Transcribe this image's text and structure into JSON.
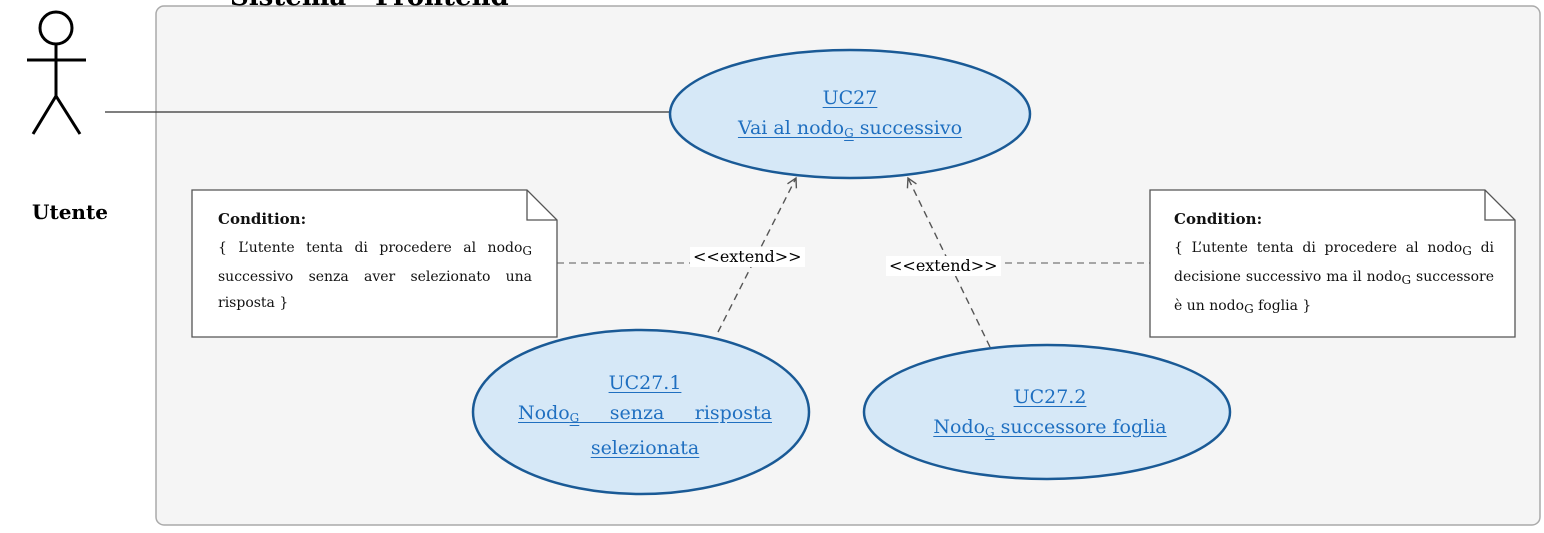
{
  "system": {
    "title": "Sistema - Frontend"
  },
  "actor": {
    "name": "Utente"
  },
  "use_cases": {
    "main": {
      "id": "UC27",
      "name_before": "Vai al nodo",
      "subscript": "G",
      "name_after": " successivo"
    },
    "ext1": {
      "id": "UC27.1",
      "name_before": "Nodo",
      "subscript": "G",
      "name_after": " senza risposta selezionata"
    },
    "ext2": {
      "id": "UC27.2",
      "name_before": "Nodo",
      "subscript": "G",
      "name_after": " successore foglia"
    }
  },
  "relations": {
    "extend_label_left": "<<extend>>",
    "extend_label_right": "<<extend>>"
  },
  "notes": {
    "left": {
      "heading": "Condition:",
      "b1": "{ L’utente tenta di procedere al nodo",
      "b1sub": "G",
      "b2": " successivo senza aver selezionato una risposta }"
    },
    "right": {
      "heading": "Condition:",
      "b1": "{ L’utente tenta di procedere al nodo",
      "b1sub": "G",
      "b2": " di decisione successivo ma il nodo",
      "b2sub": "G",
      "b3": " successore è un nodo",
      "b3sub": "G",
      "b4": " foglia }"
    }
  },
  "colors": {
    "ellipse_fill": "#d6e8f7",
    "ellipse_stroke": "#1a5a96",
    "link_text": "#1f6fc0",
    "system_fill": "#f5f5f5",
    "system_stroke": "#aaaaaa"
  }
}
